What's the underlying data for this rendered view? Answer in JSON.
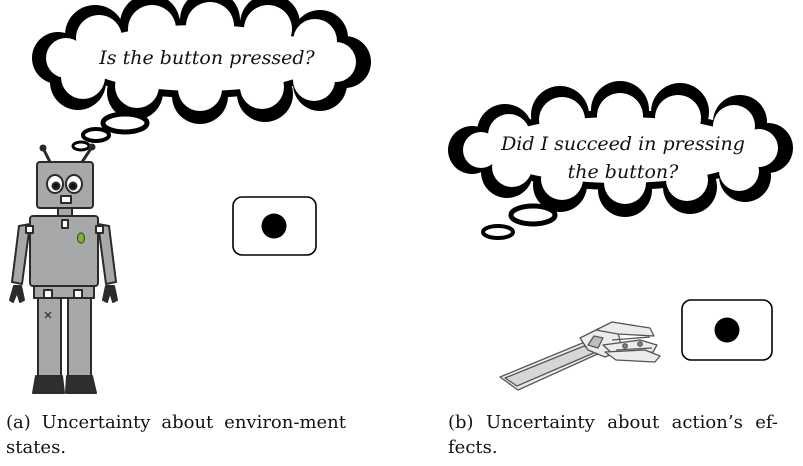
{
  "panel_a": {
    "thought_text": "Is the button pressed?",
    "caption": "(a) Uncertainty about environ-ment states."
  },
  "panel_b": {
    "thought_line1": "Did I succeed in pressing",
    "thought_line2": "the button?",
    "caption": "(b) Uncertainty about action’s ef-fects."
  },
  "colors": {
    "robot_body": "#a7a9a8",
    "robot_outline": "#2b2b2b",
    "robot_light": "#7fb23a",
    "cloud_fill": "#ffffff",
    "cloud_stroke": "#000000"
  },
  "icons": [
    "robot-icon",
    "button-icon",
    "robotic-hand-icon",
    "thought-cloud-icon"
  ]
}
